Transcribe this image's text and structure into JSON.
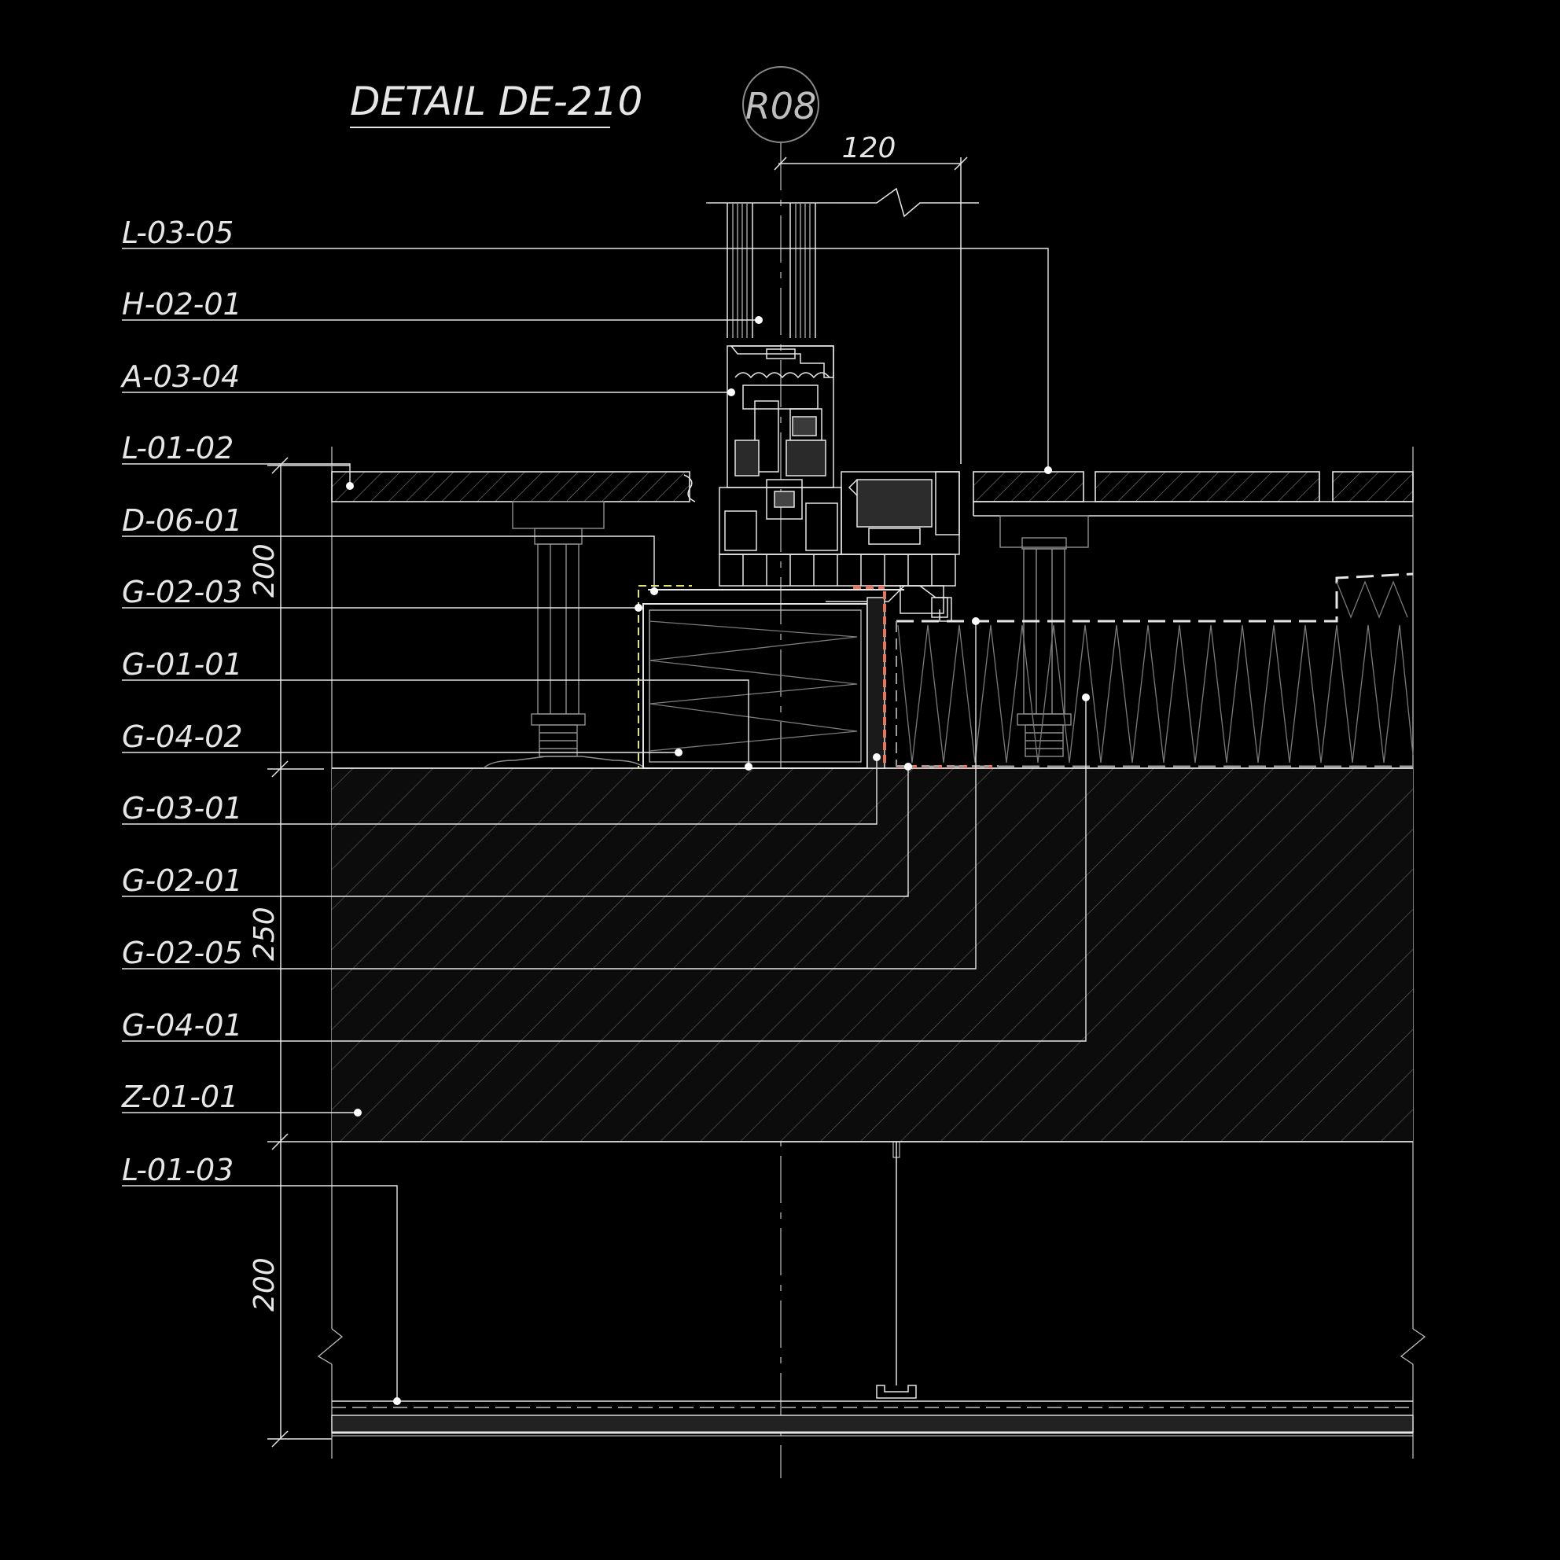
{
  "title": "DETAIL DE-210",
  "grid_ref": "R08",
  "dimensions": {
    "top_width": "120",
    "upper_height": "200",
    "slab_height": "250",
    "lower_height": "200"
  },
  "tags": [
    "L-03-05",
    "H-02-01",
    "A-03-04",
    "L-01-02",
    "D-06-01",
    "G-02-03",
    "G-01-01",
    "G-04-02",
    "G-03-01",
    "G-02-01",
    "G-02-05",
    "G-04-01",
    "Z-01-01",
    "L-01-03"
  ],
  "colors": {
    "background": "#000000",
    "line": "#e6e6e6",
    "accent_membrane": "#e8745a",
    "accent_yellow": "#e8e070"
  }
}
